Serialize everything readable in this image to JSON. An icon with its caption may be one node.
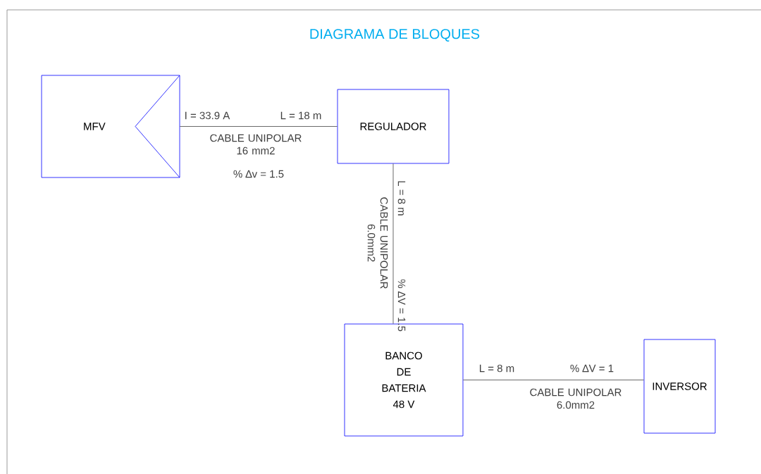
{
  "diagram": {
    "title": "DIAGRAMA DE BLOQUES",
    "nodes": [
      {
        "text": [
          "MFV"
        ]
      },
      {
        "text": [
          "REGULADOR"
        ]
      },
      {
        "text": [
          "BANCO DE BATERIA 48 V"
        ]
      },
      {
        "text": [
          "INVERSOR"
        ]
      }
    ],
    "edges": [
      {
        "from": 0,
        "to": 1,
        "arrow": "none",
        "label": "CABLE UNIPOLAR 16 mm2"
      },
      {
        "from": 1,
        "to": 2,
        "arrow": "none",
        "label": "CABLE UNIPOLAR 6.0mm2"
      },
      {
        "from": 2,
        "to": 3,
        "arrow": "none",
        "label": "CABLE UNIPOLAR 6.0mm2"
      }
    ],
    "labels": [
      "I = 33.9 A",
      "L = 18 m",
      "% ∆v = 1.5",
      "L = 8 m",
      "% ∆V = 1.5",
      "L = 8 m",
      "% ∆V = 1"
    ]
  }
}
